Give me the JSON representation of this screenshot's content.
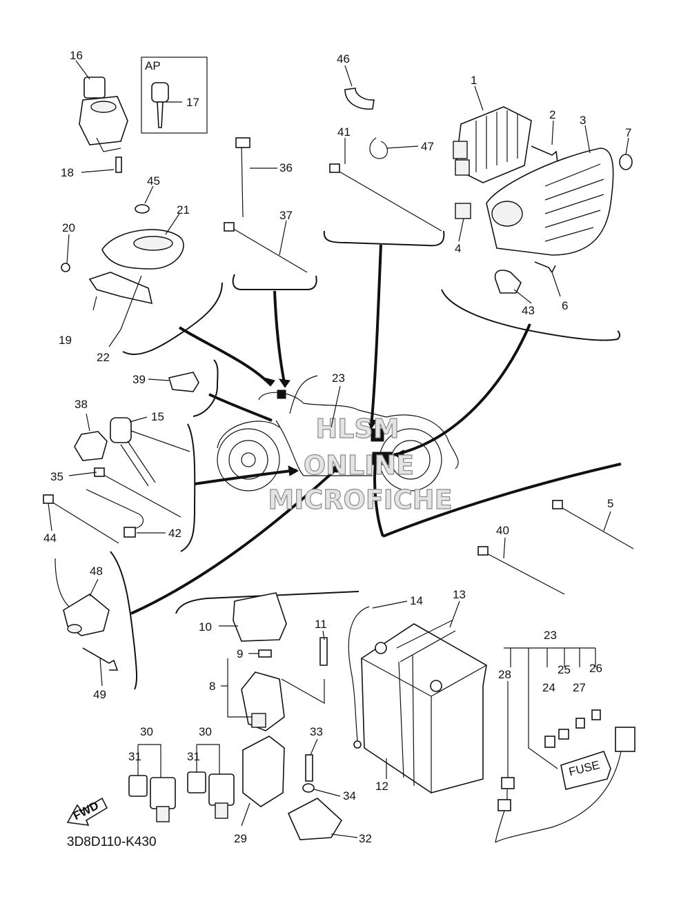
{
  "diagram_code": "3D8D110-K430",
  "group_label_ap": "AP",
  "watermark": [
    "HLSM",
    "ONLINE",
    "MICROFICHE"
  ],
  "fwd_label": "FWD",
  "fuse_label": "FUSE",
  "part_numbers": [
    "1",
    "2",
    "3",
    "4",
    "5",
    "6",
    "7",
    "8",
    "9",
    "10",
    "11",
    "12",
    "13",
    "14",
    "15",
    "16",
    "17",
    "18",
    "19",
    "20",
    "21",
    "22",
    "23",
    "23",
    "24",
    "25",
    "26",
    "27",
    "28",
    "29",
    "30",
    "30",
    "31",
    "31",
    "32",
    "33",
    "34",
    "35",
    "36",
    "37",
    "38",
    "39",
    "40",
    "41",
    "42",
    "43",
    "44",
    "45",
    "46",
    "47",
    "48",
    "49"
  ]
}
